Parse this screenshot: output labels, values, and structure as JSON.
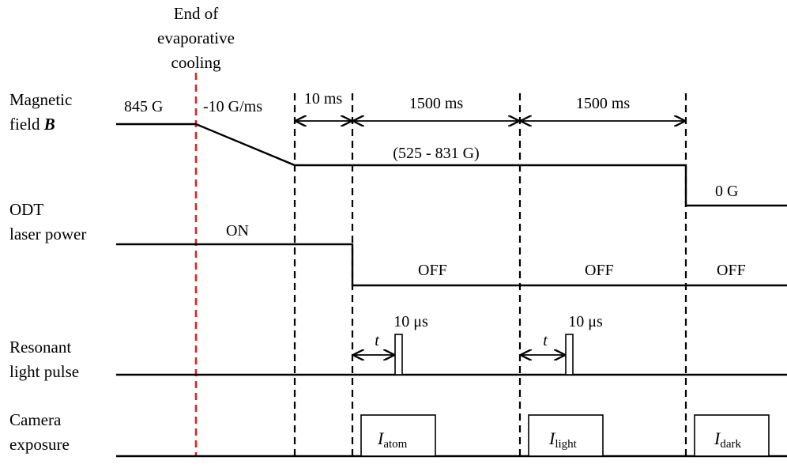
{
  "header": {
    "evap_line1": "End of",
    "evap_line2": "evaporative",
    "evap_line3": "cooling"
  },
  "rows": {
    "magnetic": {
      "line1": "Magnetic",
      "line2": "field",
      "symbol": "B"
    },
    "odt": {
      "line1": "ODT",
      "line2": "laser power"
    },
    "resonant": {
      "line1": "Resonant",
      "line2": "light pulse"
    },
    "camera": {
      "line1": "Camera",
      "line2": "exposure"
    }
  },
  "annotations": {
    "field_initial": "845 G",
    "ramp_rate": "-10 G/ms",
    "interval_hold": "10 ms",
    "interval_1": "1500 ms",
    "interval_2": "1500 ms",
    "field_range": "(525 -  831 G)",
    "field_final": "0 G",
    "odt_on": "ON",
    "odt_off_1": "OFF",
    "odt_off_2": "OFF",
    "odt_off_3": "OFF",
    "pulse_width_1": "10 μs",
    "pulse_width_2": "10 μs",
    "delay_1": "t",
    "delay_2": "t"
  },
  "exposures": {
    "atom": {
      "main": "I",
      "sub": "atom"
    },
    "light": {
      "main": "I",
      "sub": "light"
    },
    "dark": {
      "main": "I",
      "sub": "dark"
    }
  },
  "colors": {
    "evaporation_marker": "#e0211f",
    "lines": "#000000"
  }
}
